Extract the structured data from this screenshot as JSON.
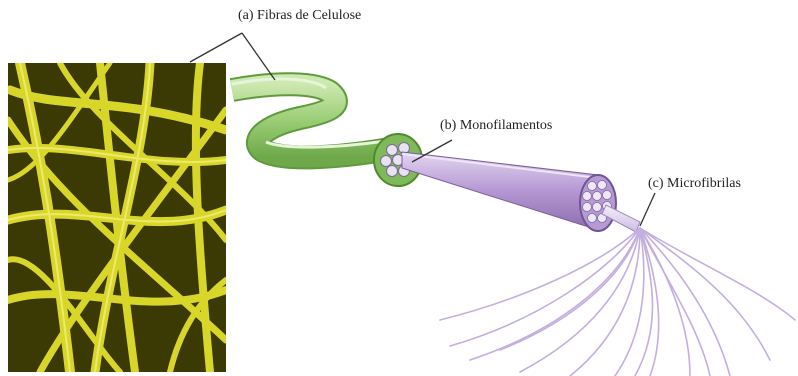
{
  "labels": {
    "a": "(a) Fibras de Celulose",
    "b": "(b) Monofilamentos",
    "c": "(c) Microfibrilas"
  },
  "colors": {
    "micrograph_dark": "#3b3a05",
    "micrograph_fiber": "#d9d62a",
    "green_fiber": "#8fc46a",
    "green_highlight": "#cde8b0",
    "purple_cone": "#a98bc9",
    "purple_light": "#d9c8ea",
    "microfibril": "#c3aee0",
    "leader_line": "#333333"
  },
  "icons": [
    "micrograph-image",
    "cellulose-fiber-tube",
    "monofilament-cone",
    "microfibril-strands"
  ]
}
